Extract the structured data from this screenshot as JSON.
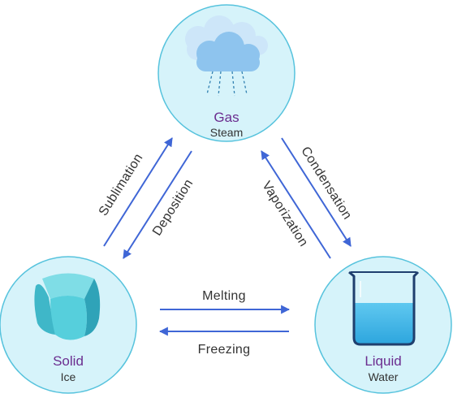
{
  "colors": {
    "circle_fill": "#d6f3fa",
    "circle_stroke": "#57c3dd",
    "arrow": "#3f66d6",
    "state_name": "#6b2d8f",
    "label_text": "#333333"
  },
  "states": {
    "gas": {
      "name": "Gas",
      "example": "Steam",
      "icon": "cloud-icon"
    },
    "solid": {
      "name": "Solid",
      "example": "Ice",
      "icon": "ice-cube-icon"
    },
    "liquid": {
      "name": "Liquid",
      "example": "Water",
      "icon": "beaker-icon"
    }
  },
  "processes": {
    "sublimation": "Sublimation",
    "deposition": "Deposition",
    "condensation": "Condensation",
    "vaporization": "Vaporization",
    "melting": "Melting",
    "freezing": "Freezing"
  }
}
